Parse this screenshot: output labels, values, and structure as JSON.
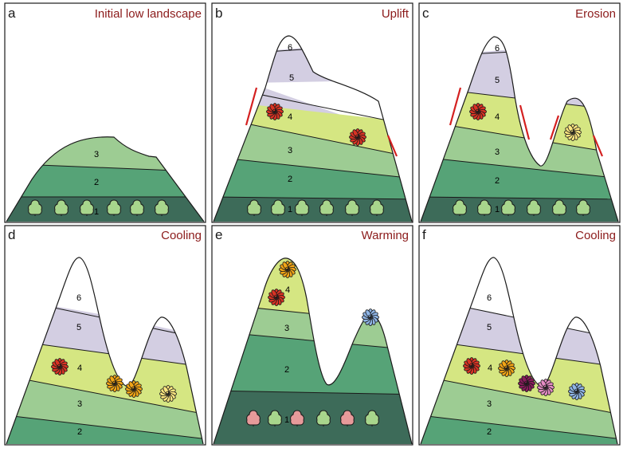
{
  "panels": [
    {
      "letter": "a",
      "title": "Initial low landscape",
      "zone_labels": [
        "3",
        "2",
        "1"
      ]
    },
    {
      "letter": "b",
      "title": "Uplift",
      "zone_labels": [
        "6",
        "5",
        "4",
        "3",
        "2",
        "1"
      ]
    },
    {
      "letter": "c",
      "title": "Erosion",
      "zone_labels": [
        "6",
        "5",
        "4",
        "3",
        "2",
        "1"
      ]
    },
    {
      "letter": "d",
      "title": "Cooling",
      "zone_labels": [
        "6",
        "5",
        "4",
        "3",
        "2"
      ]
    },
    {
      "letter": "e",
      "title": "Warming",
      "zone_labels": [
        "4",
        "3",
        "2",
        "1"
      ]
    },
    {
      "letter": "f",
      "title": "Cooling",
      "zone_labels": [
        "6",
        "5",
        "4",
        "3",
        "2"
      ]
    }
  ],
  "colors": {
    "zone1": "#3d6b59",
    "zone2": "#56a377",
    "zone3": "#9dcc93",
    "zone4": "#d5e682",
    "zone5": "#d3cee2",
    "zone6": "#ffffff",
    "title": "#8b1a1a",
    "uplift_mark": "#d42020",
    "flower_red": "#d93324",
    "flower_orange": "#f2a516",
    "flower_yellow": "#fde780",
    "flower_blue": "#8fb5e6",
    "flower_purple": "#8a1c5c",
    "flower_pink": "#e58cc5",
    "tree_green": "#a8d68c",
    "tree_pink": "#e79a9a"
  },
  "icons": [
    "tree-icon",
    "flower-icon"
  ]
}
